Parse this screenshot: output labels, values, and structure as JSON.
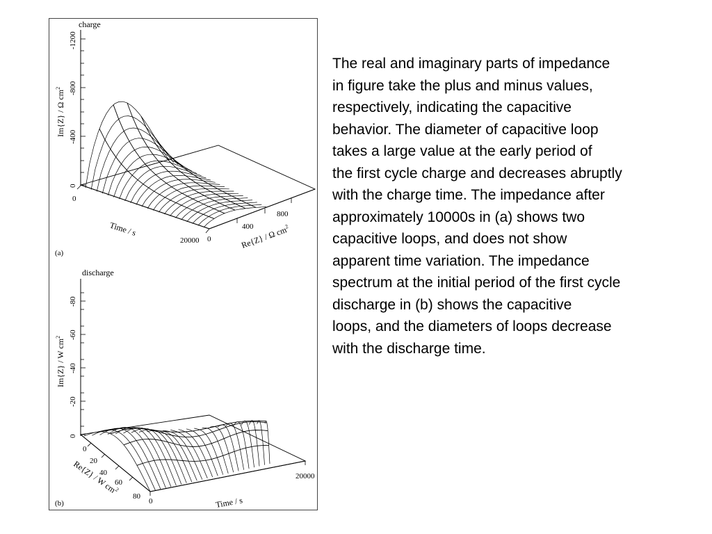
{
  "figure": {
    "panel_a": {
      "title": "charge",
      "tag": "(a)",
      "y_label": "Im{Z} / Ω cm",
      "y_label_exp": "2",
      "y_ticks": [
        "-1200",
        "-800",
        "-400",
        "0"
      ],
      "time_label": "Time / s",
      "time_ticks": [
        "0",
        "20000"
      ],
      "re_label": "Re{Z} / Ω cm",
      "re_label_exp": "2",
      "re_ticks": [
        "0",
        "400",
        "800"
      ]
    },
    "panel_b": {
      "title": "discharge",
      "tag": "(b)",
      "y_label": "Im{Z} / W cm",
      "y_label_exp": "2",
      "y_ticks": [
        "-80",
        "-60",
        "-40",
        "-20",
        "0"
      ],
      "re_label": "Re{Z} / W cm",
      "re_label_exp": "2",
      "re_ticks": [
        "0",
        "20",
        "40",
        "60",
        "80",
        "0"
      ],
      "time_label": "Time / s",
      "time_ticks": [
        "20000"
      ]
    }
  },
  "text": {
    "lines": [
      "The real and imaginary parts of impedance",
      "in figure take the plus and minus values,",
      "respectively, indicating the capacitive",
      "behavior. The diameter of capacitive loop",
      "takes a large value at the early period of",
      "the first cycle charge and decreases abruptly",
      "with the charge time. The impedance after",
      "approximately 10000s in (a) shows two",
      "capacitive loops, and does not show",
      "apparent time variation. The impedance",
      "spectrum at the initial period of the first cycle",
      "discharge in (b) shows the capacitive",
      "loops, and the diameters of loops decrease",
      "with the discharge time."
    ]
  }
}
